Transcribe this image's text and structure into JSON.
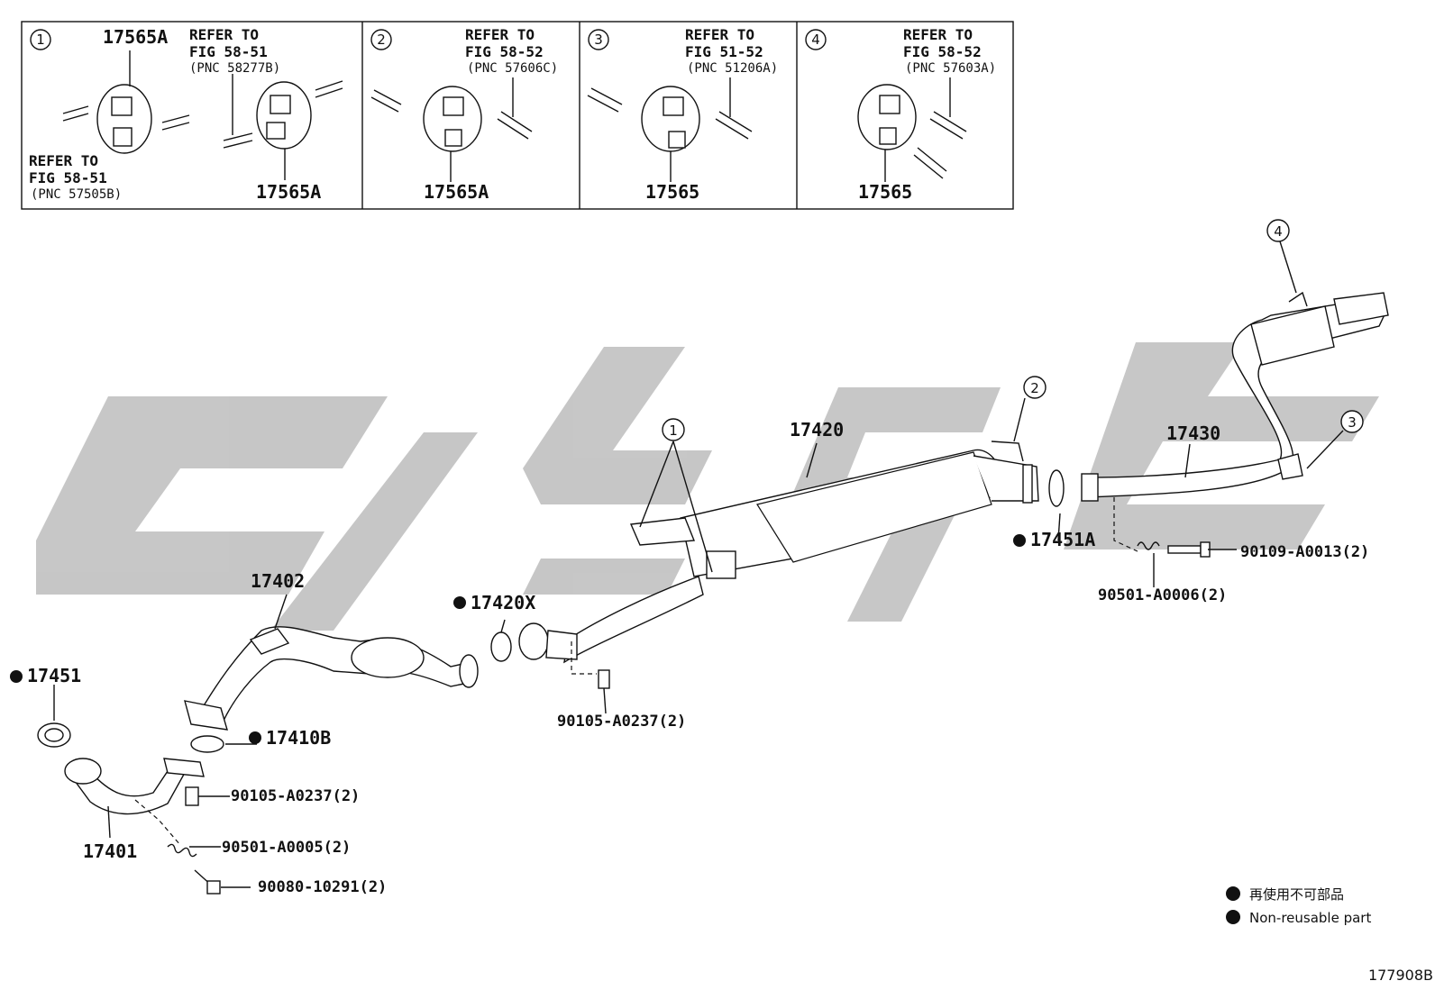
{
  "watermark": {
    "color": "#c4c4c4"
  },
  "insets": [
    {
      "num": "1",
      "parts": [
        "17565A",
        "17565A"
      ],
      "refs": [
        {
          "title": "REFER TO",
          "fig": "FIG 58-51",
          "pnc": "(PNC 58277B)"
        },
        {
          "title": "REFER TO",
          "fig": "FIG 58-51",
          "pnc": "(PNC 57505B)"
        }
      ]
    },
    {
      "num": "2",
      "parts": [
        "17565A"
      ],
      "refs": [
        {
          "title": "REFER TO",
          "fig": "FIG 58-52",
          "pnc": "(PNC 57606C)"
        }
      ]
    },
    {
      "num": "3",
      "parts": [
        "17565"
      ],
      "refs": [
        {
          "title": "REFER TO",
          "fig": "FIG 51-52",
          "pnc": "(PNC 51206A)"
        }
      ]
    },
    {
      "num": "4",
      "parts": [
        "17565"
      ],
      "refs": [
        {
          "title": "REFER TO",
          "fig": "FIG 58-52",
          "pnc": "(PNC 57603A)"
        }
      ]
    }
  ],
  "main_labels": {
    "p17420": "17420",
    "p17430": "17430",
    "p17451A": "17451A",
    "p17420X": "17420X",
    "p17402": "17402",
    "p17451": "17451",
    "p17410B": "17410B",
    "p17401": "17401",
    "b90109": "90109-A0013(2)",
    "b90501_6": "90501-A0006(2)",
    "b90105_mid": "90105-A0237(2)",
    "b90105_low": "90105-A0237(2)",
    "b90501_5": "90501-A0005(2)",
    "b90080": "90080-10291(2)"
  },
  "callouts": {
    "c1": "1",
    "c2": "2",
    "c3": "3",
    "c4": "4"
  },
  "legend": {
    "jp": "再使用不可部品",
    "en": "Non-reusable part"
  },
  "footer_code": "177908B"
}
